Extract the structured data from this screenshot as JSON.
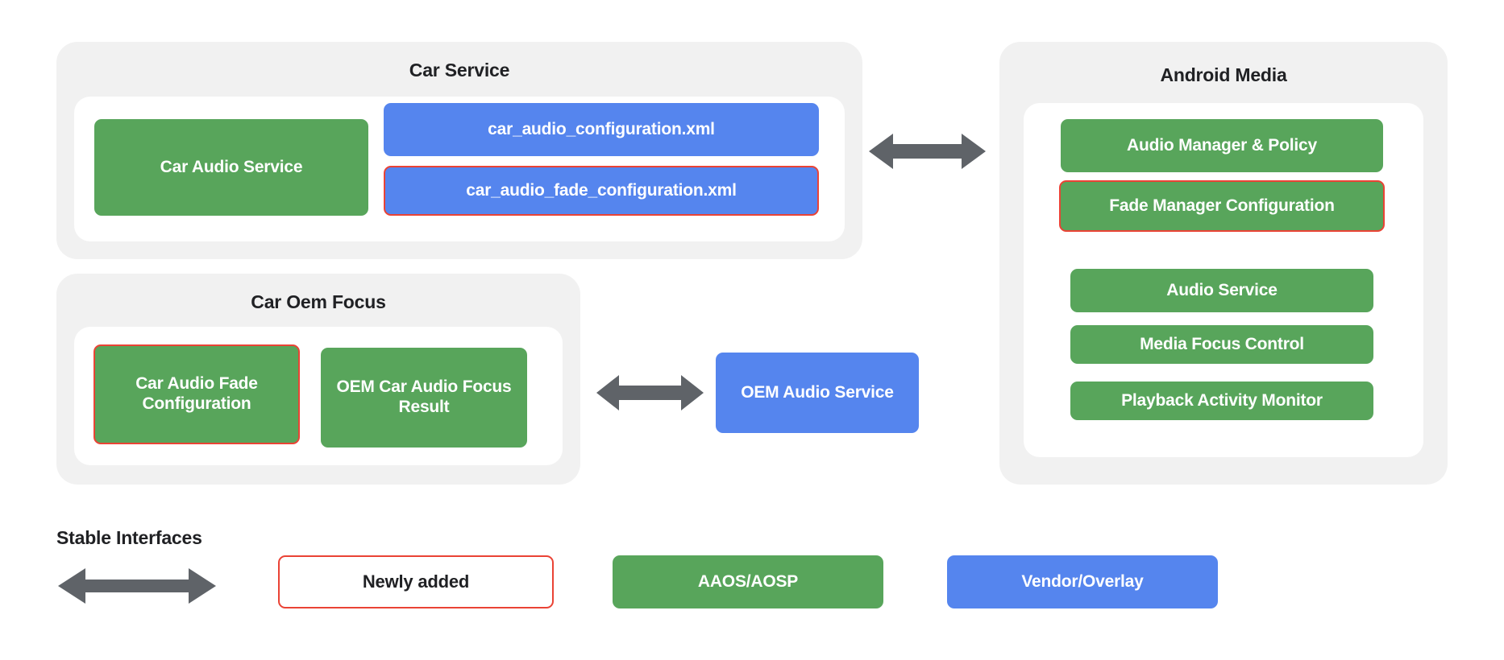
{
  "diagram": {
    "title_colors": {
      "green": "#58a55b",
      "blue": "#5585ee",
      "red_outline": "#ea4335",
      "panel_grey": "#f1f1f1",
      "arrow_grey": "#5f6368",
      "text_dark": "#202124"
    },
    "groups": {
      "car_service": {
        "title": "Car Service",
        "blocks": {
          "car_audio_service": "Car Audio Service",
          "car_audio_configuration": "car_audio_configuration.xml",
          "car_audio_fade_configuration": "car_audio_fade_configuration.xml"
        }
      },
      "car_oem_focus": {
        "title": "Car Oem Focus",
        "blocks": {
          "car_audio_fade_configuration": "Car Audio Fade Configuration",
          "oem_car_audio_focus_result": "OEM Car Audio Focus Result"
        }
      },
      "android_media": {
        "title": "Android Media",
        "blocks": {
          "audio_manager_policy": "Audio Manager & Policy",
          "fade_manager_configuration": "Fade Manager Configuration",
          "audio_service": "Audio Service",
          "media_focus_control": "Media Focus Control",
          "playback_activity_monitor": "Playback Activity Monitor"
        }
      }
    },
    "standalone": {
      "oem_audio_service": "OEM Audio Service"
    },
    "legend": {
      "stable_interfaces_label": "Stable Interfaces",
      "newly_added": "Newly added",
      "aaos_aosp": "AAOS/AOSP",
      "vendor_overlay": "Vendor/Overlay"
    }
  }
}
